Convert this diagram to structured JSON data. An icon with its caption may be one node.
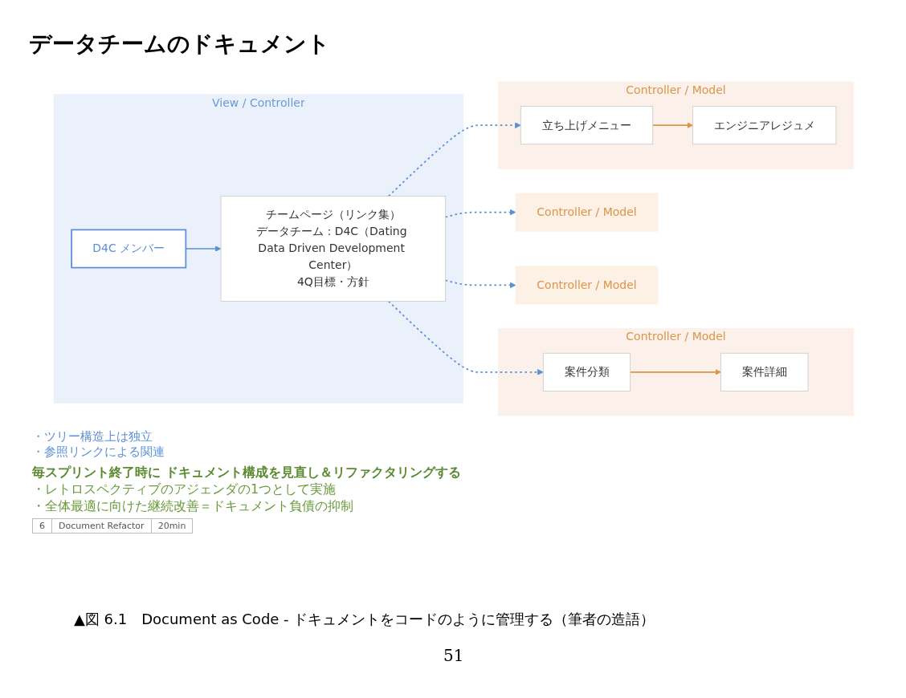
{
  "diagram": {
    "title": "データチームのドキュメント",
    "caption": "▲図 6.1　Document as Code - ドキュメントをコードのように管理する（筆者の造語）",
    "nodes": [
      {
        "text": [
          "View / Controller"
        ]
      },
      {
        "text": [
          "D4C メンバー"
        ],
        "in": 0
      },
      {
        "text": [
          "チームページ（リンク集）",
          "データチーム：D4C（Dating Data Driven Development Center）",
          "4Q目標・方針"
        ],
        "in": 0
      },
      {
        "text": [
          "Controller / Model"
        ]
      },
      {
        "text": [
          "Controller / Model"
        ]
      },
      {
        "text": [
          "Controller / Model"
        ]
      },
      {
        "text": [
          "案件分類"
        ],
        "in": 5
      },
      {
        "text": [
          "案件詳細"
        ],
        "in": 5
      },
      {
        "text": [
          "Controller / Model"
        ]
      },
      {
        "text": [
          "立ち上げメニュー"
        ],
        "in": 8
      },
      {
        "text": [
          "エンジニアレジュメ"
        ],
        "in": 8
      }
    ],
    "edges": [
      {
        "from": 1,
        "to": 2,
        "arrow": "to",
        "color": "#5b8fd6"
      },
      {
        "from": 2,
        "to": 3,
        "arrow": "to",
        "style": "dashed",
        "color": "#5b8fd6"
      },
      {
        "from": 2,
        "to": 4,
        "arrow": "to",
        "style": "dashed",
        "color": "#5b8fd6"
      },
      {
        "from": 2,
        "to": 9,
        "arrow": "to",
        "style": "dashed",
        "color": "#5b8fd6"
      },
      {
        "from": 2,
        "to": 6,
        "arrow": "to",
        "style": "dashed",
        "color": "#5b8fd6"
      },
      {
        "from": 6,
        "to": 7,
        "arrow": "to",
        "color": "#d9954a"
      },
      {
        "from": 9,
        "to": 10,
        "arrow": "to",
        "color": "#d9954a"
      }
    ],
    "labels": [
      "・ツリー構造上は独立",
      "・参照リンクによる関連",
      "毎スプリント終了時に ドキュメント構成を見直し＆リファクタリングする",
      "・レトロスペクティブのアジェンダの1つとして実施",
      "・全体最適に向けた継続改善＝ドキュメント負債の抑制",
      "6",
      "Document Refactor",
      "20min",
      "51"
    ]
  }
}
